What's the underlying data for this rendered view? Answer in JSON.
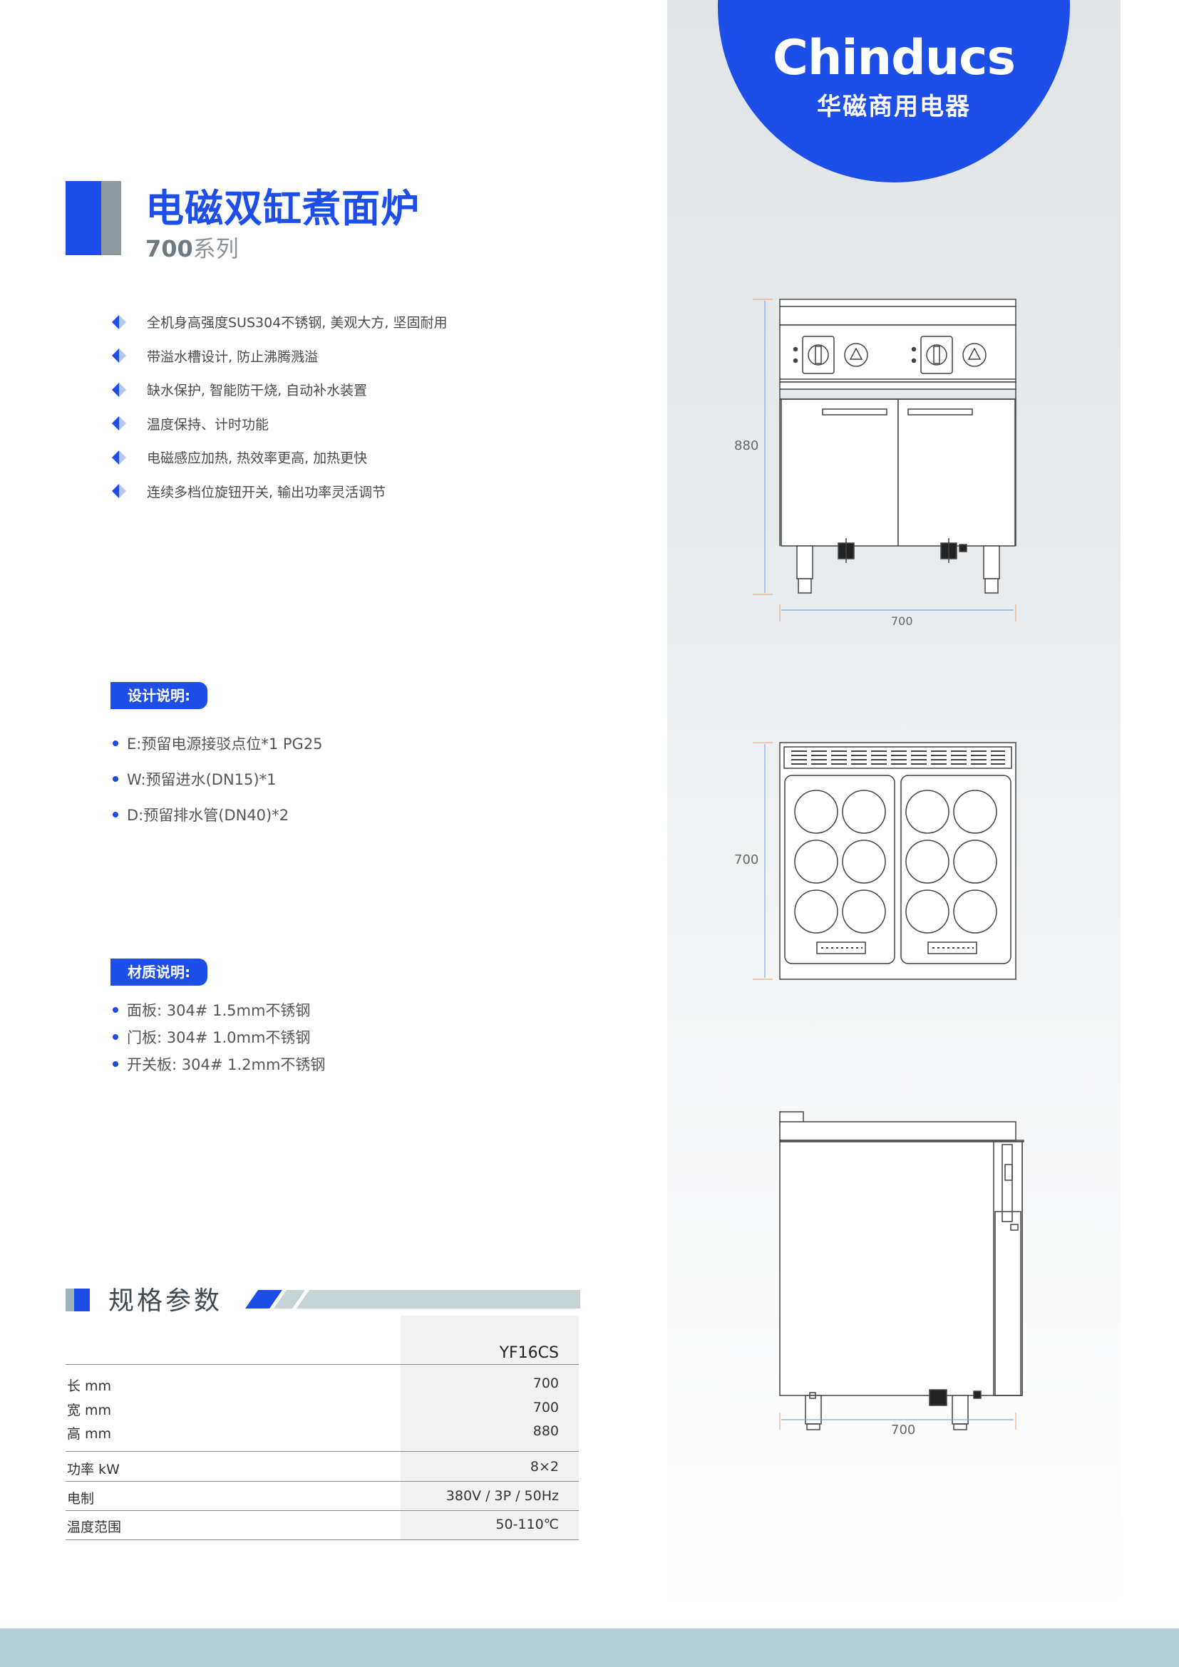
{
  "brand": {
    "name_en": "Chinducs",
    "name_cn": "华磁商用电器"
  },
  "title": {
    "main": "电磁双缸煮面炉",
    "series_num": "700",
    "series_word": "系列"
  },
  "features": [
    "全机身高强度SUS304不锈钢, 美观大方, 坚固耐用",
    "带溢水槽设计, 防止沸腾溅溢",
    "缺水保护, 智能防干烧, 自动补水装置",
    "温度保持、计时功能",
    "电磁感应加热, 热效率更高, 加热更快",
    "连续多档位旋钮开关, 输出功率灵活调节"
  ],
  "design": {
    "label": "设计说明:",
    "items": [
      "E:预留电源接驳点位*1 PG25",
      "W:预留进水(DN15)*1",
      "D:预留排水管(DN40)*2"
    ]
  },
  "material": {
    "label": "材质说明:",
    "items": [
      "面板: 304# 1.5mm不锈钢",
      "门板: 304# 1.0mm不锈钢",
      "开关板: 304# 1.2mm不锈钢"
    ]
  },
  "specs": {
    "title": "规格参数",
    "model": "YF16CS",
    "rows": [
      {
        "k": "长 mm",
        "v": "700"
      },
      {
        "k": "宽 mm",
        "v": "700"
      },
      {
        "k": "高 mm",
        "v": "880"
      },
      {
        "k": "功率 kW",
        "v": "8×2"
      },
      {
        "k": "电制",
        "v": "380V / 3P / 50Hz"
      },
      {
        "k": "温度范围",
        "v": "50-110℃"
      }
    ]
  },
  "dimensions": {
    "front_height": "880",
    "front_width": "700",
    "top_depth": "700",
    "side_depth": "700"
  },
  "colors": {
    "accent": "#1e4ee8",
    "gray": "#8f9aa0",
    "band": "#b6cfd7"
  }
}
